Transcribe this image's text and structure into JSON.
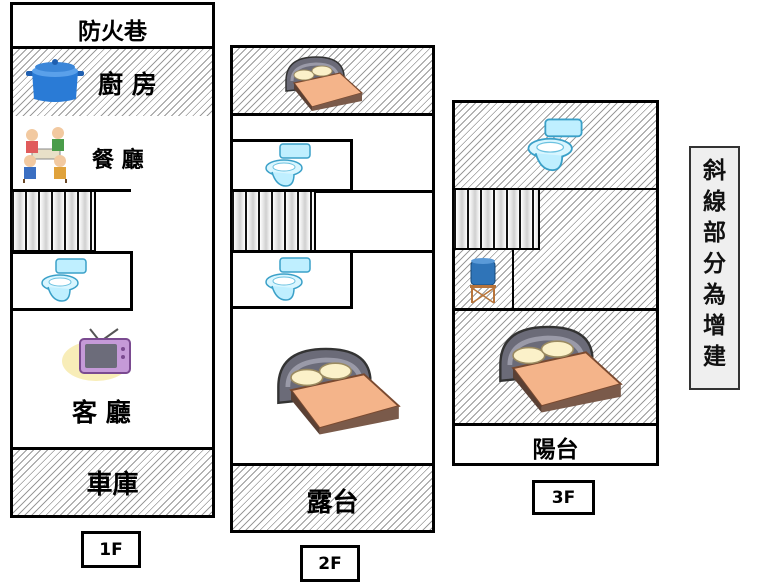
{
  "floor1": {
    "alley": "防火巷",
    "kitchen": "廚 房",
    "dining": "餐 廳",
    "living": "客 廳",
    "garage": "車庫",
    "tag": "1F"
  },
  "floor2": {
    "balcony": "露台",
    "tag": "2F"
  },
  "floor3": {
    "balcony": "陽台",
    "tag": "3F"
  },
  "note": {
    "chars": [
      "斜",
      "線",
      "部",
      "分",
      "為",
      "增",
      "建"
    ]
  },
  "icons": {
    "pot": "cooking-pot-icon",
    "dining": "dining-people-icon",
    "toilet": "toilet-icon",
    "tv": "television-icon",
    "bed": "bed-icon",
    "water_tank": "water-tank-icon"
  }
}
